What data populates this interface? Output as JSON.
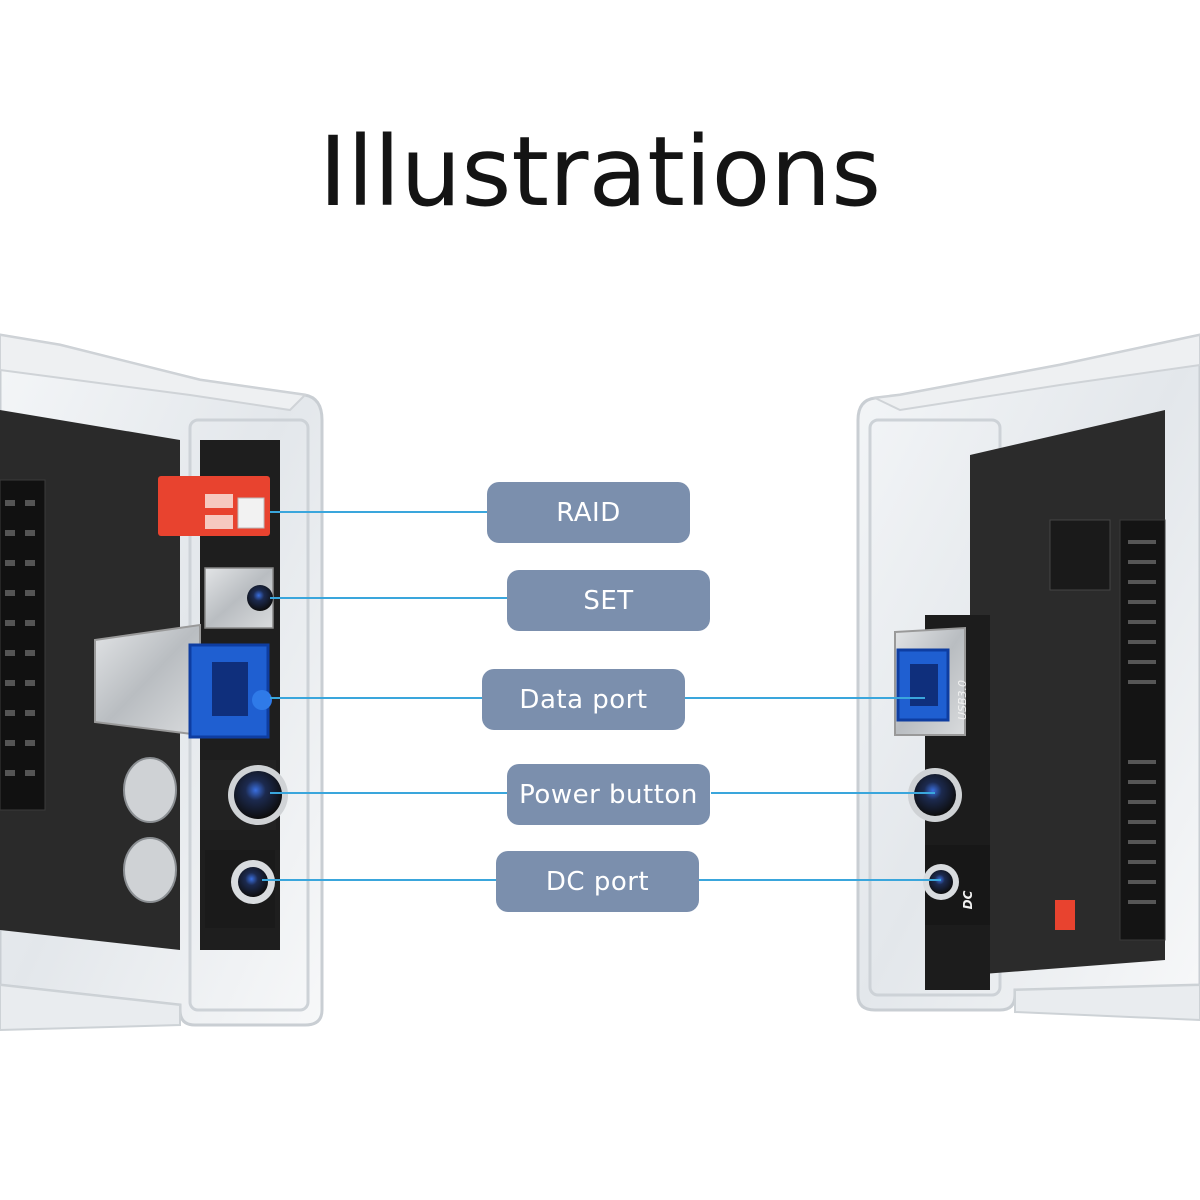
{
  "title": "Illustrations",
  "callouts": [
    {
      "id": "raid",
      "label": "RAID"
    },
    {
      "id": "set",
      "label": "SET"
    },
    {
      "id": "data-port",
      "label": "Data port"
    },
    {
      "id": "power-button",
      "label": "Power button"
    },
    {
      "id": "dc-port",
      "label": "DC port"
    }
  ],
  "device_markings": {
    "usb_label": "USB3.0",
    "dc_label": "DC"
  },
  "colors": {
    "label_bg": "#7b8fad",
    "leader_line": "#3aa6dc",
    "port_blue": "#1f5fd1",
    "raid_switch": "#e8432f",
    "pcb": "#262626"
  }
}
